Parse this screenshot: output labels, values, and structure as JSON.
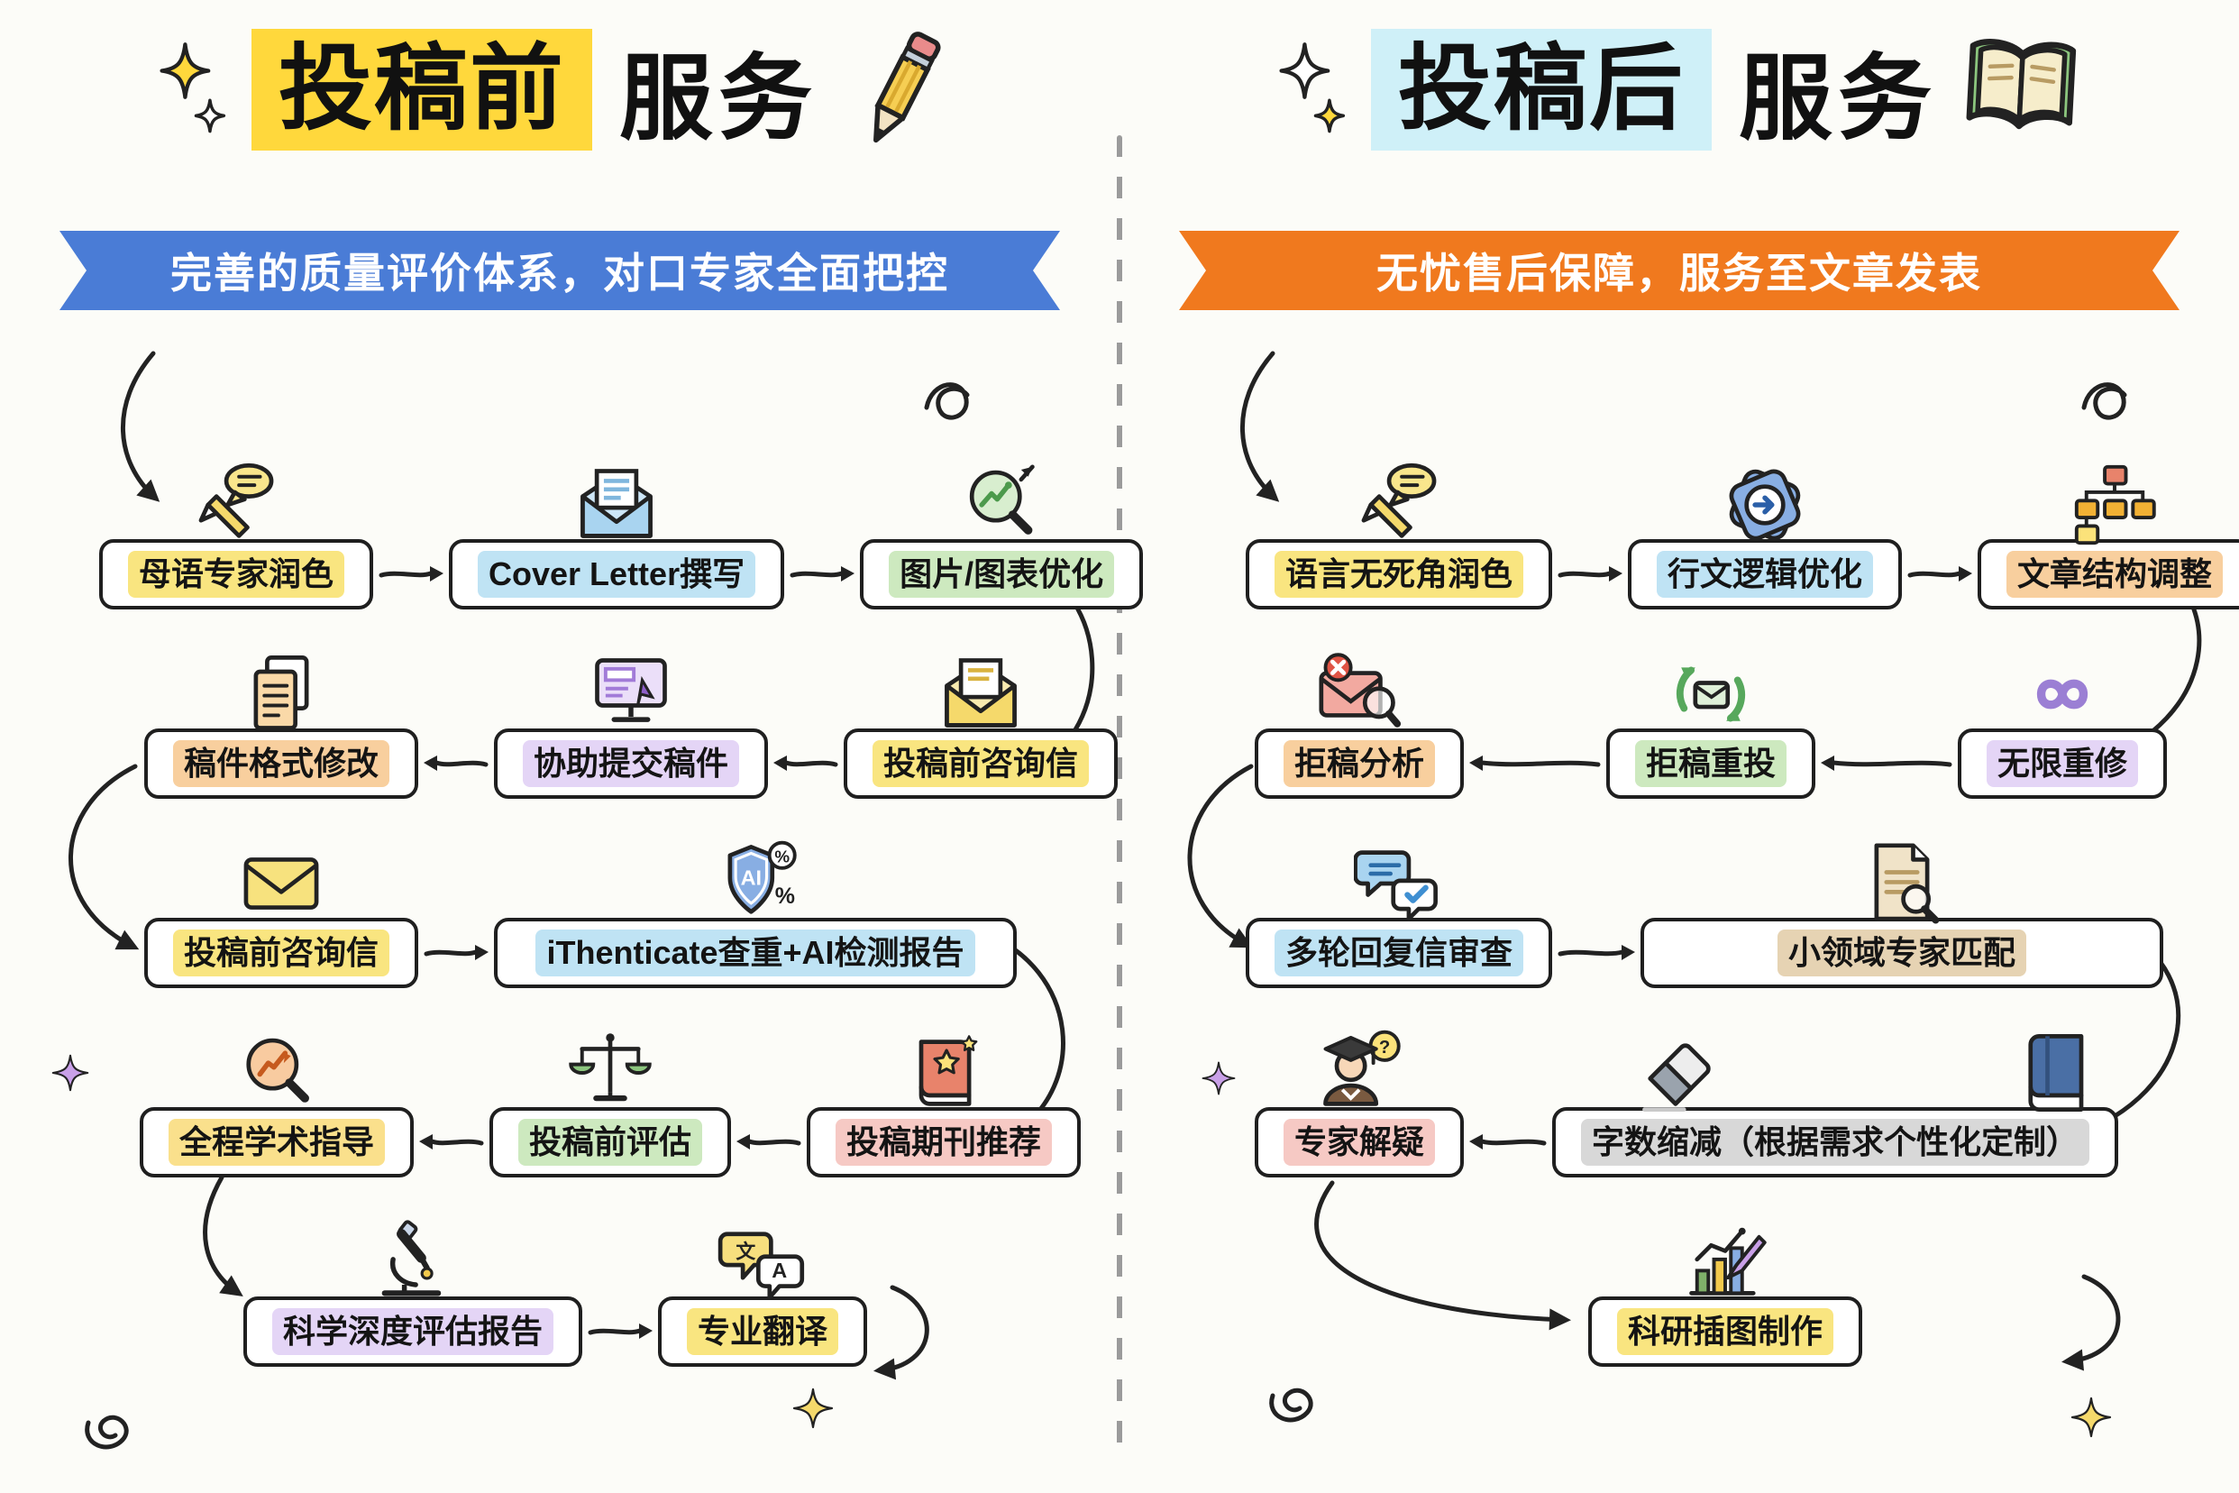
{
  "canvas": {
    "background": "#FCFCF8",
    "divider_color": "#9B9B9B"
  },
  "left_panel": {
    "title": {
      "highlighted": "投稿前",
      "rest": "服务",
      "highlight_color": "#FFD83C",
      "sticker_icon": "pencil-icon"
    },
    "banner": {
      "text": "完善的质量评价体系，对口专家全面把控",
      "background": "#4A7CD6",
      "text_color": "#FFFFFF"
    },
    "rows": [
      {
        "direction": "right",
        "items": [
          {
            "label": "母语专家润色",
            "highlight": "#F9E580",
            "icon": "pen-speech-icon"
          },
          {
            "label": "Cover Letter撰写",
            "highlight": "#BFE3F4",
            "icon": "envelope-letter-icon"
          },
          {
            "label": "图片/图表优化",
            "highlight": "#CDE9BF",
            "icon": "chart-magnifier-icon"
          }
        ]
      },
      {
        "direction": "left",
        "items": [
          {
            "label": "稿件格式修改",
            "highlight": "#F8CF9E",
            "icon": "documents-icon"
          },
          {
            "label": "协助提交稿件",
            "highlight": "#E4D5F6",
            "icon": "computer-icon"
          },
          {
            "label": "投稿前咨询信",
            "highlight": "#F9E580",
            "icon": "envelope-open-icon"
          }
        ]
      },
      {
        "direction": "right",
        "items": [
          {
            "label": "投稿前咨询信",
            "highlight": "#F9E580",
            "icon": "envelope-icon"
          },
          {
            "label": "iThenticate查重+AI检测报告",
            "highlight": "#BFE3F4",
            "icon": "ai-shield-icon",
            "wide": true
          }
        ]
      },
      {
        "direction": "left",
        "items": [
          {
            "label": "全程学术指导",
            "highlight": "#FAE08C",
            "icon": "magnifier-growth-icon"
          },
          {
            "label": "投稿前评估",
            "highlight": "#CDE9BF",
            "icon": "scales-icon"
          },
          {
            "label": "投稿期刊推荐",
            "highlight": "#F6C9C4",
            "icon": "book-star-icon"
          }
        ]
      },
      {
        "direction": "right",
        "items": [
          {
            "label": "科学深度评估报告",
            "highlight": "#E4D5F6",
            "icon": "microscope-icon"
          },
          {
            "label": "专业翻译",
            "highlight": "#F9E580",
            "icon": "translate-icon"
          }
        ]
      }
    ]
  },
  "right_panel": {
    "title": {
      "highlighted": "投稿后",
      "rest": "服务",
      "highlight_color": "#CFF0F8",
      "sticker_icon": "open-book-icon"
    },
    "banner": {
      "text": "无忧售后保障，服务至文章发表",
      "background": "#F0791E",
      "text_color": "#FFFFFF"
    },
    "rows": [
      {
        "direction": "right",
        "items": [
          {
            "label": "语言无死角润色",
            "highlight": "#F9E580",
            "icon": "pen-speech-icon"
          },
          {
            "label": "行文逻辑优化",
            "highlight": "#BFE3F4",
            "icon": "gear-icon"
          },
          {
            "label": "文章结构调整",
            "highlight": "#F8CF9E",
            "icon": "org-chart-icon"
          }
        ]
      },
      {
        "direction": "left",
        "items": [
          {
            "label": "拒稿分析",
            "highlight": "#F8CF9E",
            "icon": "envelope-rejected-icon"
          },
          {
            "label": "拒稿重投",
            "highlight": "#CDE9BF",
            "icon": "envelope-recycle-icon"
          },
          {
            "label": "无限重修",
            "highlight": "#E4D5F6",
            "icon": "infinity-icon"
          }
        ]
      },
      {
        "direction": "right",
        "items": [
          {
            "label": "多轮回复信审查",
            "highlight": "#BFE3F4",
            "icon": "chat-check-icon"
          },
          {
            "label": "小领域专家匹配",
            "highlight": "#E6D3B3",
            "icon": "doc-magnifier-icon",
            "wide": true
          }
        ]
      },
      {
        "direction": "left",
        "items": [
          {
            "label": "专家解疑",
            "highlight": "#F6C9C4",
            "icon": "scholar-icon"
          },
          {
            "label": "字数缩减（根据需求个性化定制）",
            "highlight": "#D8D8D8",
            "icon": "eraser-icon",
            "icon_pos": "left",
            "icon2": "book-icon"
          }
        ]
      },
      {
        "direction": "right",
        "items": [
          {
            "label": "科研插图制作",
            "highlight": "#F9E580",
            "icon": "chart-brush-icon"
          }
        ]
      }
    ]
  }
}
